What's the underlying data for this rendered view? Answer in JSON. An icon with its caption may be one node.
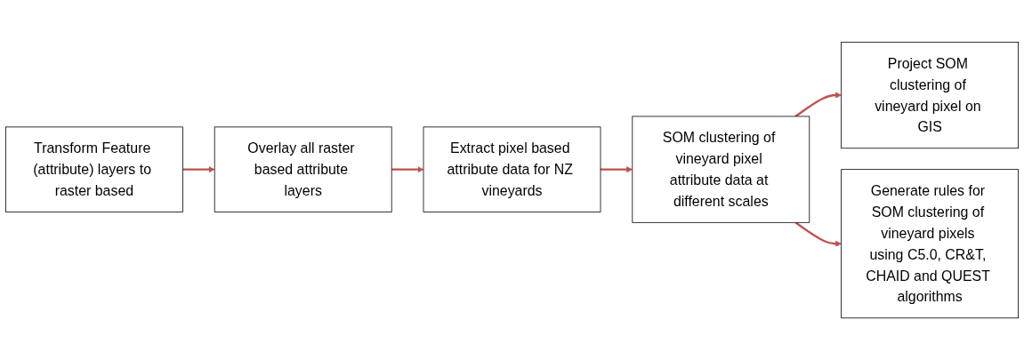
{
  "diagram": {
    "nodes": [
      {
        "text": [
          "Transform Feature (attribute) layers to raster based"
        ]
      },
      {
        "text": [
          "Overlay all raster based attribute layers"
        ]
      },
      {
        "text": [
          "Extract pixel based attribute data for NZ vineyards"
        ]
      },
      {
        "text": [
          "SOM clustering of vineyard pixel attribute data at different scales"
        ]
      },
      {
        "text": [
          "Project SOM clustering of vineyard pixel on GIS"
        ]
      },
      {
        "text": [
          "Generate rules for SOM clustering of vineyard pixels using C5.0, CR&T, CHAID and QUEST algorithms"
        ]
      }
    ],
    "edges": [
      {
        "from": 0,
        "to": 1,
        "arrow": "to"
      },
      {
        "from": 1,
        "to": 2,
        "arrow": "to"
      },
      {
        "from": 2,
        "to": 3,
        "arrow": "to"
      },
      {
        "from": 3,
        "to": 4,
        "arrow": "to"
      },
      {
        "from": 3,
        "to": 5,
        "arrow": "to"
      }
    ]
  }
}
